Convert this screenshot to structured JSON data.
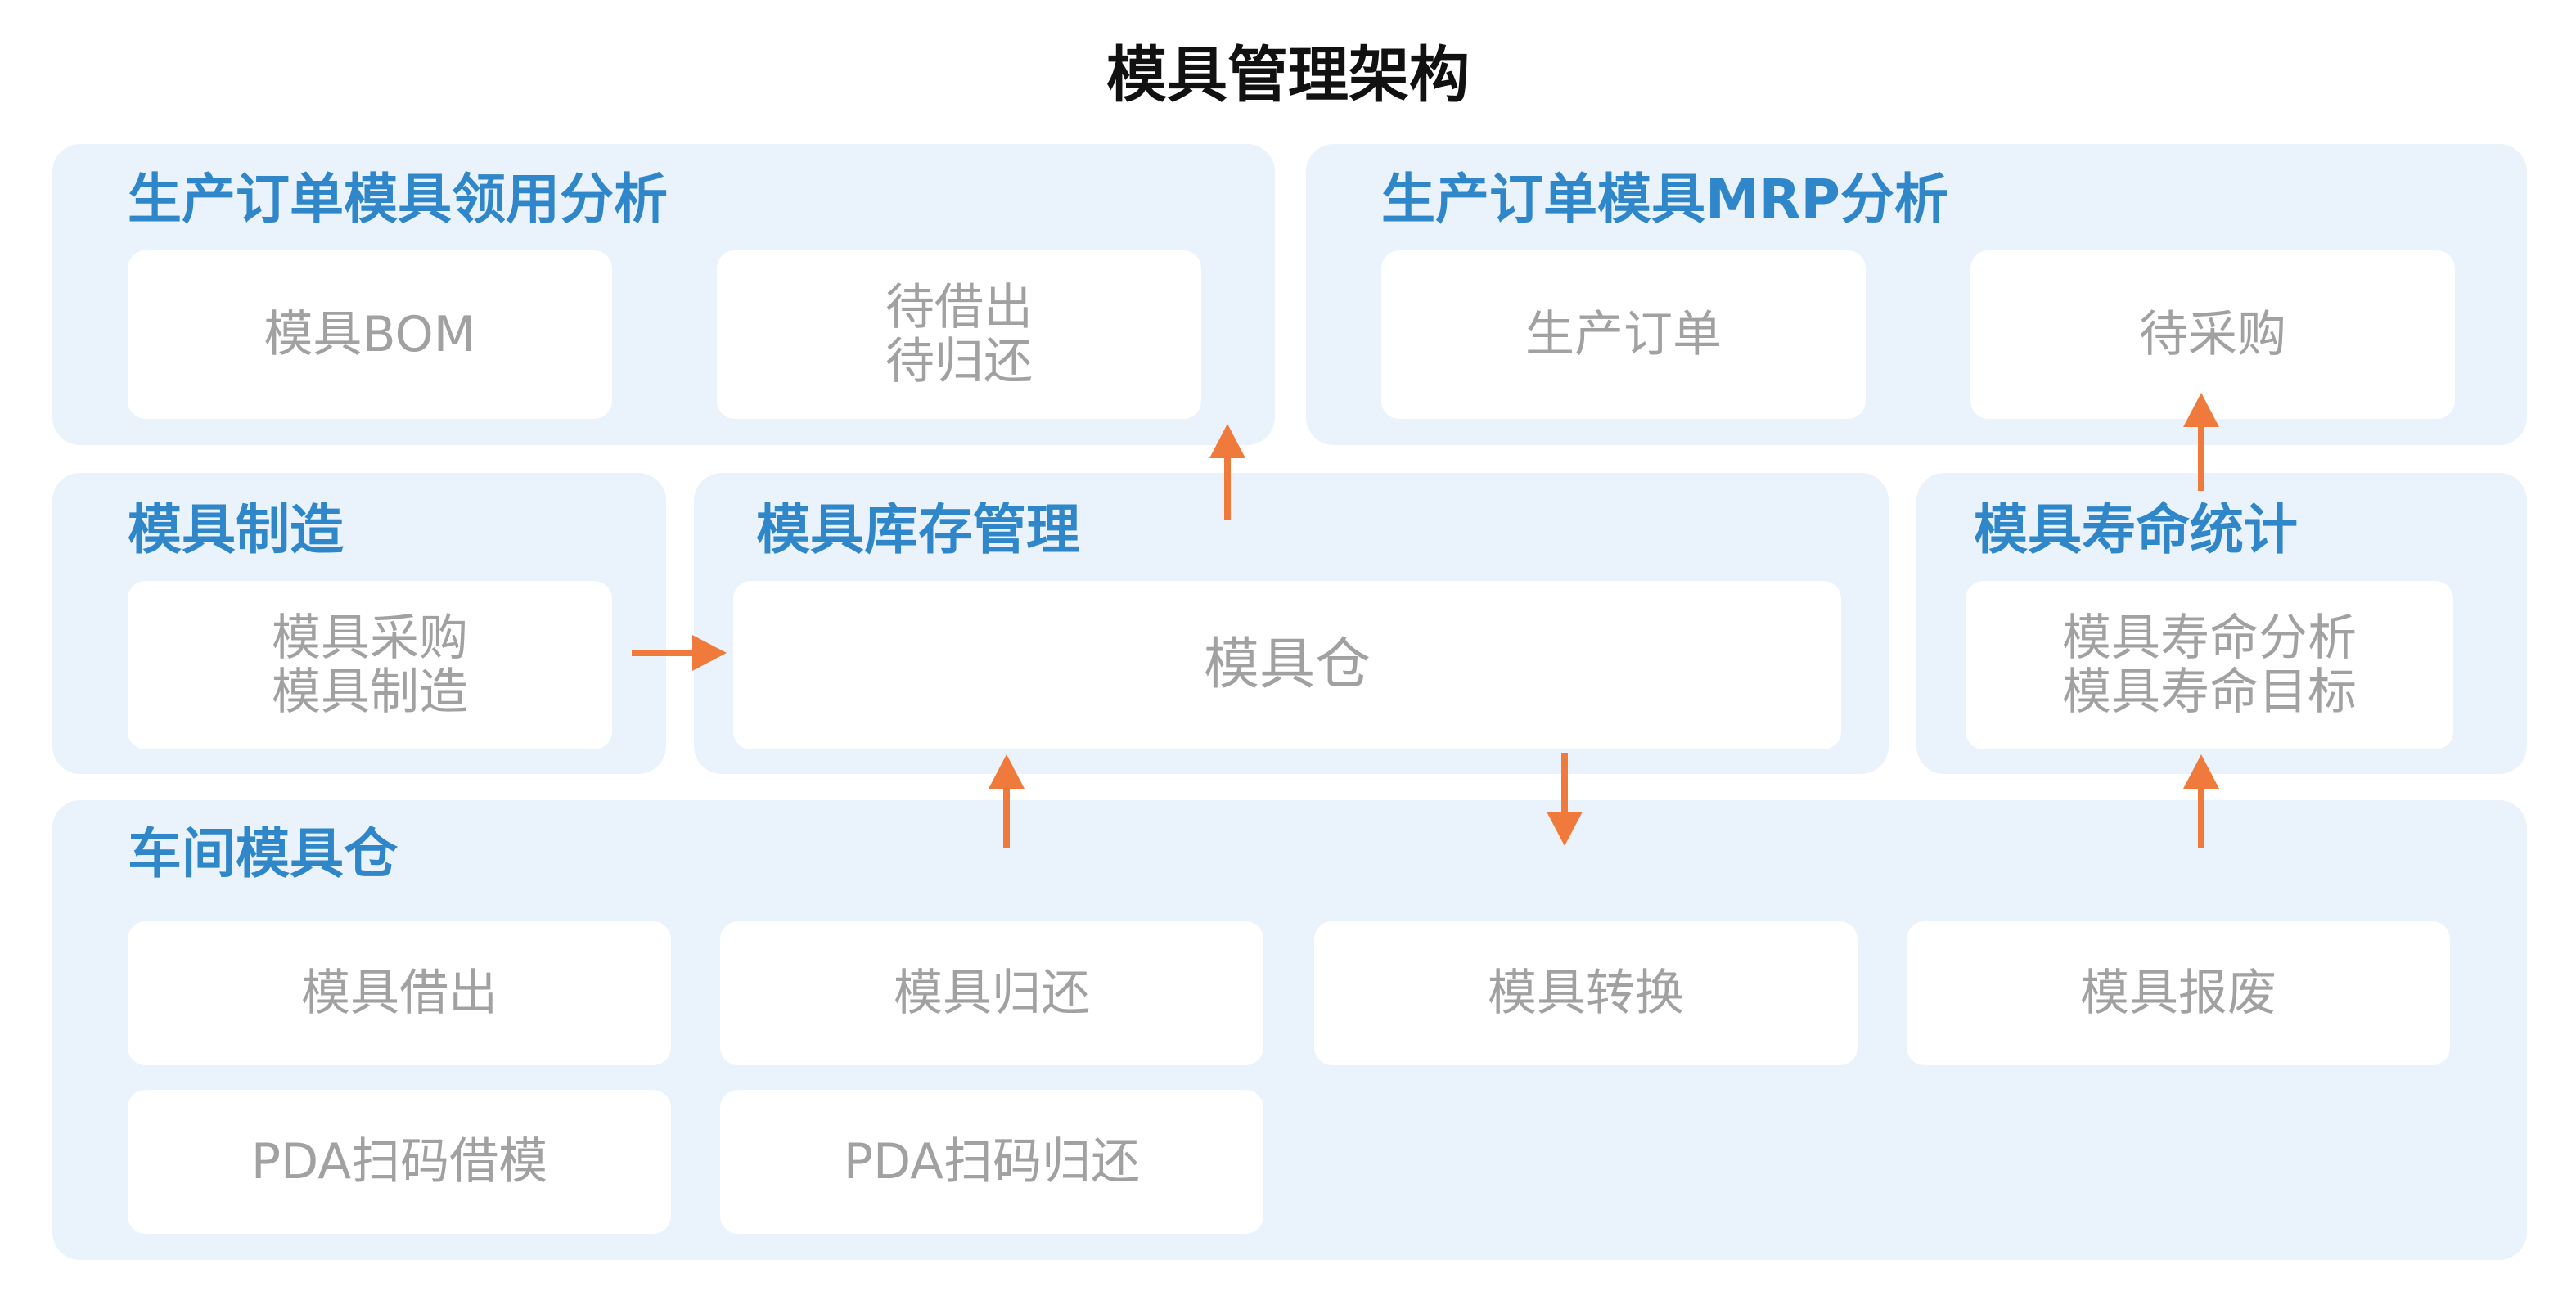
{
  "title": "模具管理架构",
  "panels": {
    "order_usage": {
      "title": "生产订单模具领用分析",
      "cards": [
        {
          "lines": [
            "模具BOM"
          ]
        },
        {
          "lines": [
            "待借出",
            "待归还"
          ]
        }
      ]
    },
    "order_mrp": {
      "title": "生产订单模具MRP分析",
      "cards": [
        {
          "lines": [
            "生产订单"
          ]
        },
        {
          "lines": [
            "待采购"
          ]
        }
      ]
    },
    "manufacturing": {
      "title": "模具制造",
      "cards": [
        {
          "lines": [
            "模具采购",
            "模具制造"
          ]
        }
      ]
    },
    "inventory": {
      "title": "模具库存管理",
      "cards": [
        {
          "lines": [
            "模具仓"
          ]
        }
      ]
    },
    "lifecycle": {
      "title": "模具寿命统计",
      "cards": [
        {
          "lines": [
            "模具寿命分析",
            "模具寿命目标"
          ]
        }
      ]
    },
    "workshop": {
      "title": "车间模具仓",
      "cards": [
        {
          "lines": [
            "模具借出"
          ]
        },
        {
          "lines": [
            "模具归还"
          ]
        },
        {
          "lines": [
            "模具转换"
          ]
        },
        {
          "lines": [
            "模具报废"
          ]
        },
        {
          "lines": [
            "PDA扫码借模"
          ]
        },
        {
          "lines": [
            "PDA扫码归还"
          ]
        }
      ]
    }
  },
  "colors": {
    "panel_bg": "#eaf2fb",
    "panel_title": "#2f86c9",
    "card_bg": "#ffffff",
    "card_text": "#a1a1a1",
    "arrow": "#ef7a3c"
  }
}
